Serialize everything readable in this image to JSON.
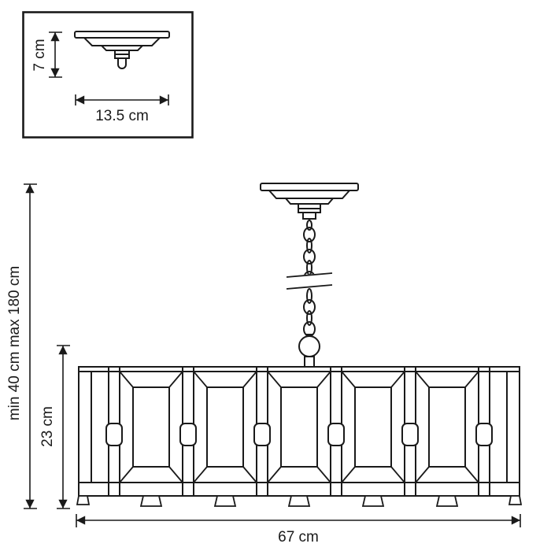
{
  "colors": {
    "line": "#1a1a1a",
    "background": "#ffffff"
  },
  "inset": {
    "height_dim": "7 cm",
    "width_dim": "13.5 cm"
  },
  "main": {
    "hanging_height_dim": "min 40 cm max 180 cm",
    "shade_height_dim": "23 cm",
    "width_dim": "67 cm"
  }
}
